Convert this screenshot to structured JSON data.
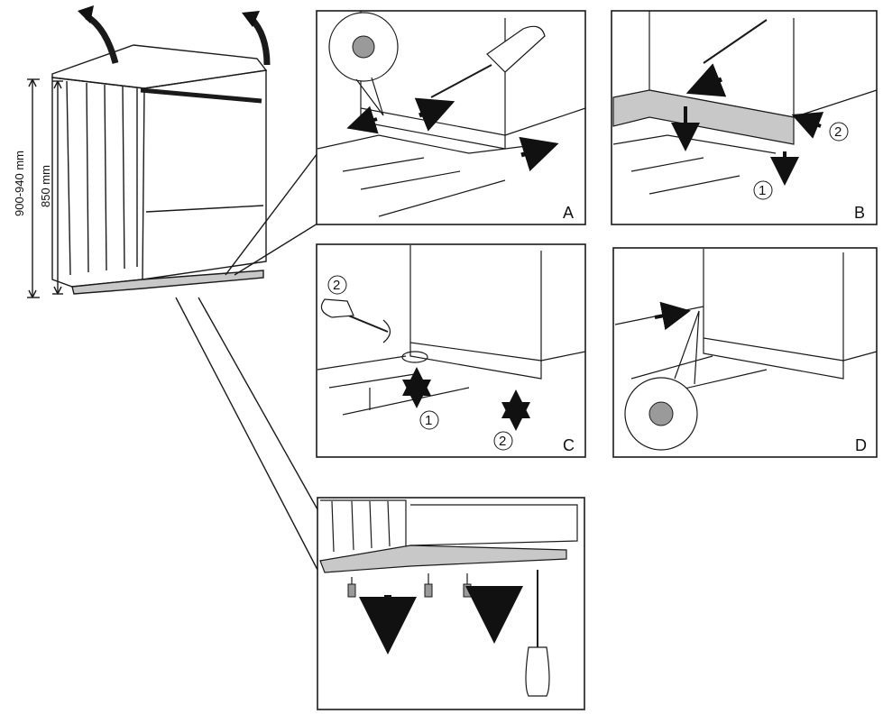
{
  "dimensions": {
    "total_height": "900-940 mm",
    "body_height": "850 mm"
  },
  "panels": {
    "a": {
      "letter": "A"
    },
    "b": {
      "letter": "B",
      "step_1": "1",
      "step_2": "2"
    },
    "c": {
      "letter": "C",
      "step_1": "1",
      "step_2_top": "2",
      "step_2_bottom": "2"
    },
    "d": {
      "letter": "D"
    }
  },
  "colors": {
    "line": "#1a1a1a",
    "plinth": "#c8c8c8",
    "arrow": "#111111",
    "screw_head": "#9a9a9a"
  }
}
